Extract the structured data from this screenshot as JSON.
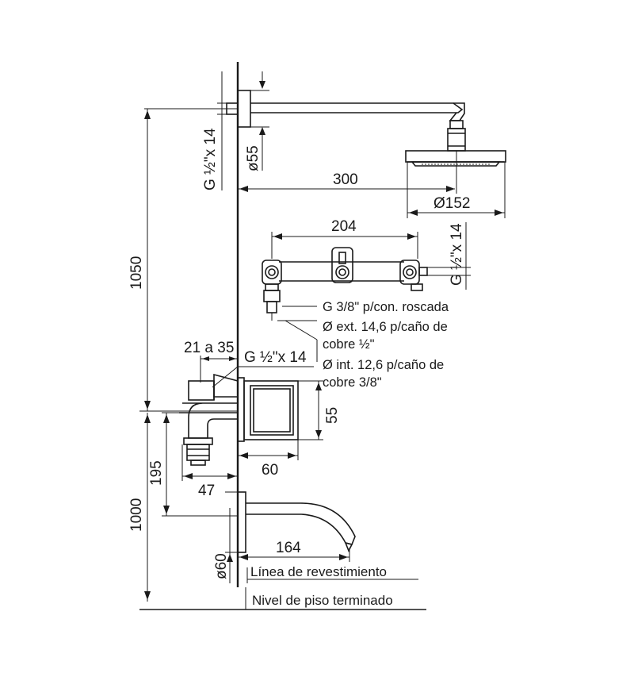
{
  "shower_arm": {
    "thread_label": "G ½\"x 14",
    "flange_diameter": "ø55",
    "arm_length": "300",
    "head_diameter": "Ø152"
  },
  "valve_body": {
    "spacing": "204",
    "side_thread": "G ½\"x 14"
  },
  "connection_notes": [
    "G 3/8\" p/con. roscada",
    "Ø ext. 14,6 p/caño de",
    "cobre ½\"",
    "Ø int. 12,6 p/caño de",
    "cobre 3/8\""
  ],
  "mixer": {
    "depth_range": "21 a 35",
    "thread_label": "G ½\"x 14",
    "plate_height": "55",
    "plate_depth": "60",
    "outlet_depth": "47",
    "outlet_height": "195"
  },
  "spout": {
    "length": "164",
    "flange_diameter": "ø60"
  },
  "overall": {
    "shower_height": "1050",
    "spout_height": "1000"
  },
  "levels": {
    "wall_finish": "Línea de revestimiento",
    "floor": "Nivel de piso terminado"
  }
}
